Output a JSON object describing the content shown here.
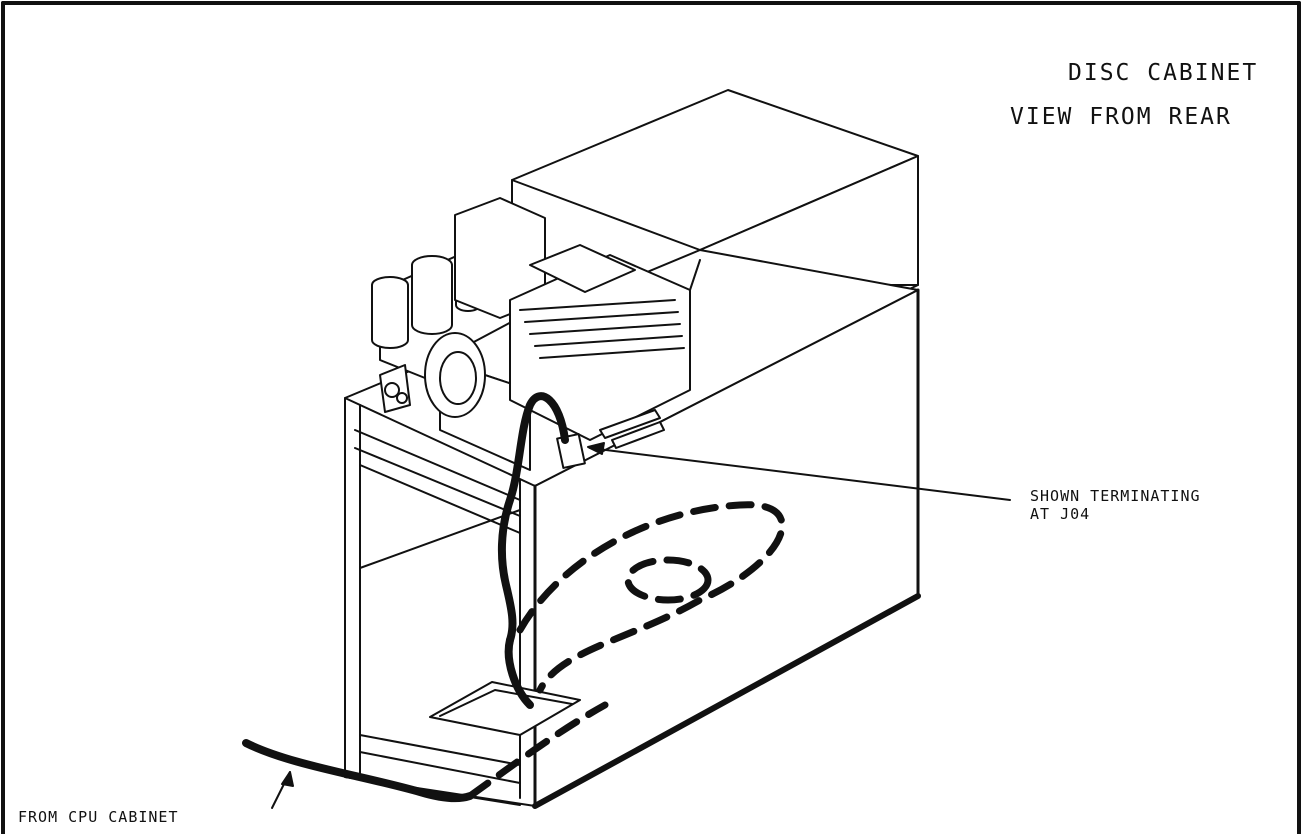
{
  "title": {
    "line1": "DISC CABINET",
    "line2": "VIEW FROM REAR"
  },
  "callouts": {
    "terminating_line1": "SHOWN TERMINATING",
    "terminating_line2": "AT J04",
    "from_cpu": "FROM CPU CABINET"
  },
  "colors": {
    "ink": "#111111",
    "paper": "#ffffff"
  }
}
